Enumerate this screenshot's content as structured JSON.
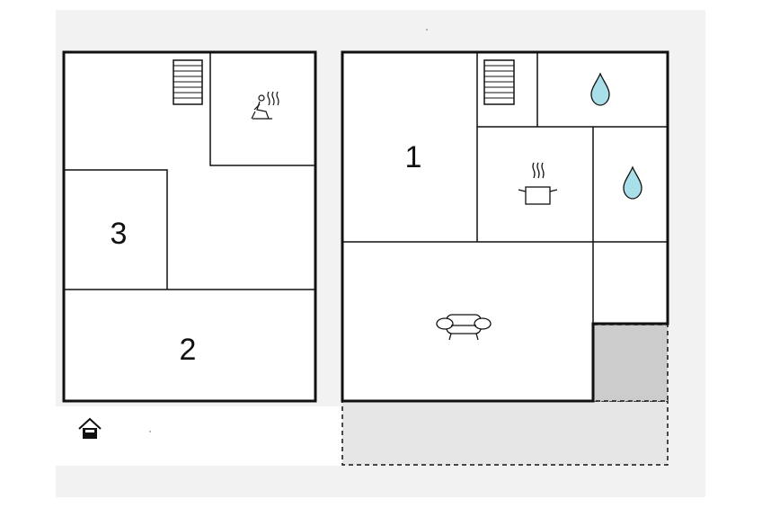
{
  "rooms": {
    "room_1": "1",
    "room_2": "2",
    "room_3": "3"
  },
  "icons": {
    "stairs": "staircase-icon",
    "sauna": "sauna-icon",
    "bathroom": "water-drop-icon",
    "kitchen": "cooking-pot-icon",
    "living": "sofa-icon",
    "entrance": "house-entrance-icon"
  },
  "colors": {
    "wall": "#111111",
    "background": "#f2f2f2",
    "floor": "#ffffff",
    "water_fill": "#a8dfe8",
    "annex_fill": "#cccccc",
    "terrace_fill": "#e6e6e6"
  }
}
